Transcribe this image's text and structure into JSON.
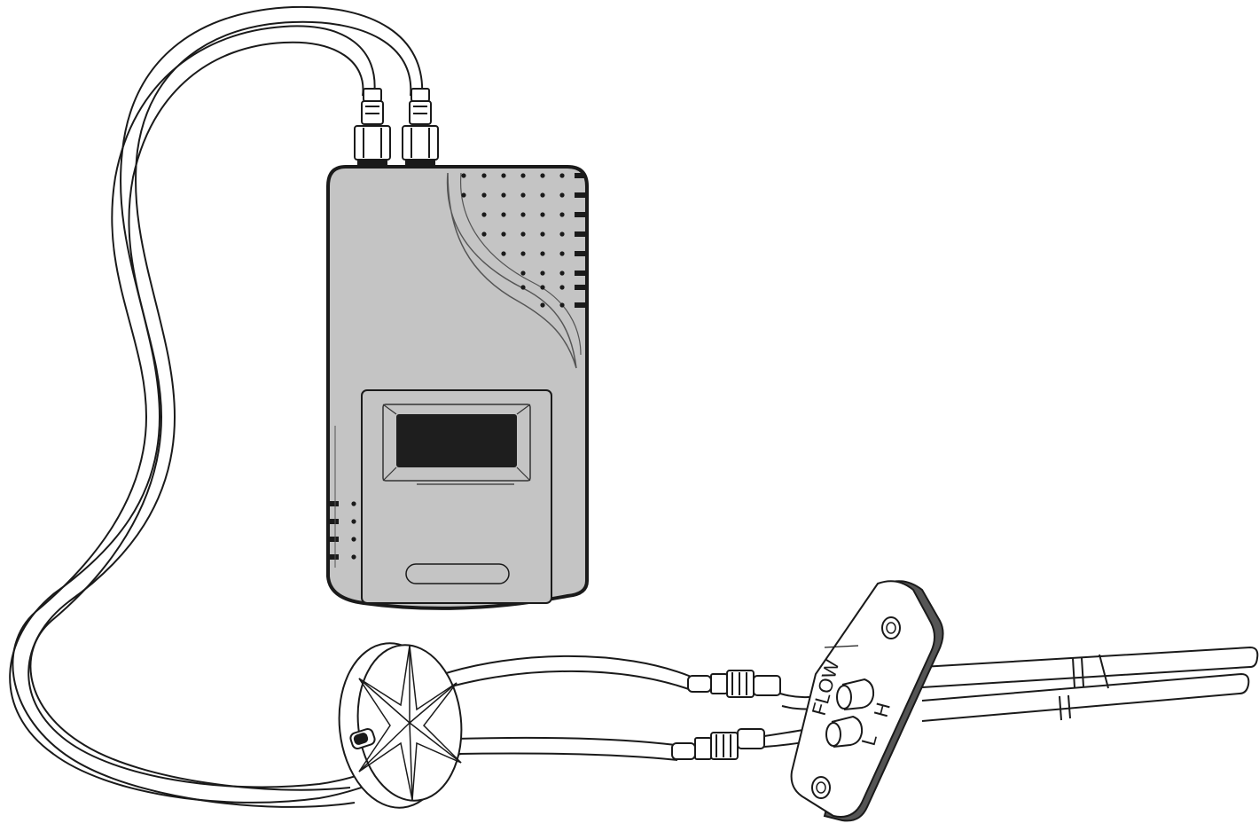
{
  "colors": {
    "background": "#ffffff",
    "housing": "#c4c4c4",
    "outline": "#1a1a1a",
    "display": "#1e1e1e",
    "gasket": "#555555"
  },
  "flange": {
    "flow_text": "FLOW",
    "port_high": "H",
    "port_low": "L"
  },
  "icons": [
    "pressure-transmitter",
    "pitot-flow-probe",
    "filter-disc",
    "tubing",
    "compression-fitting"
  ]
}
